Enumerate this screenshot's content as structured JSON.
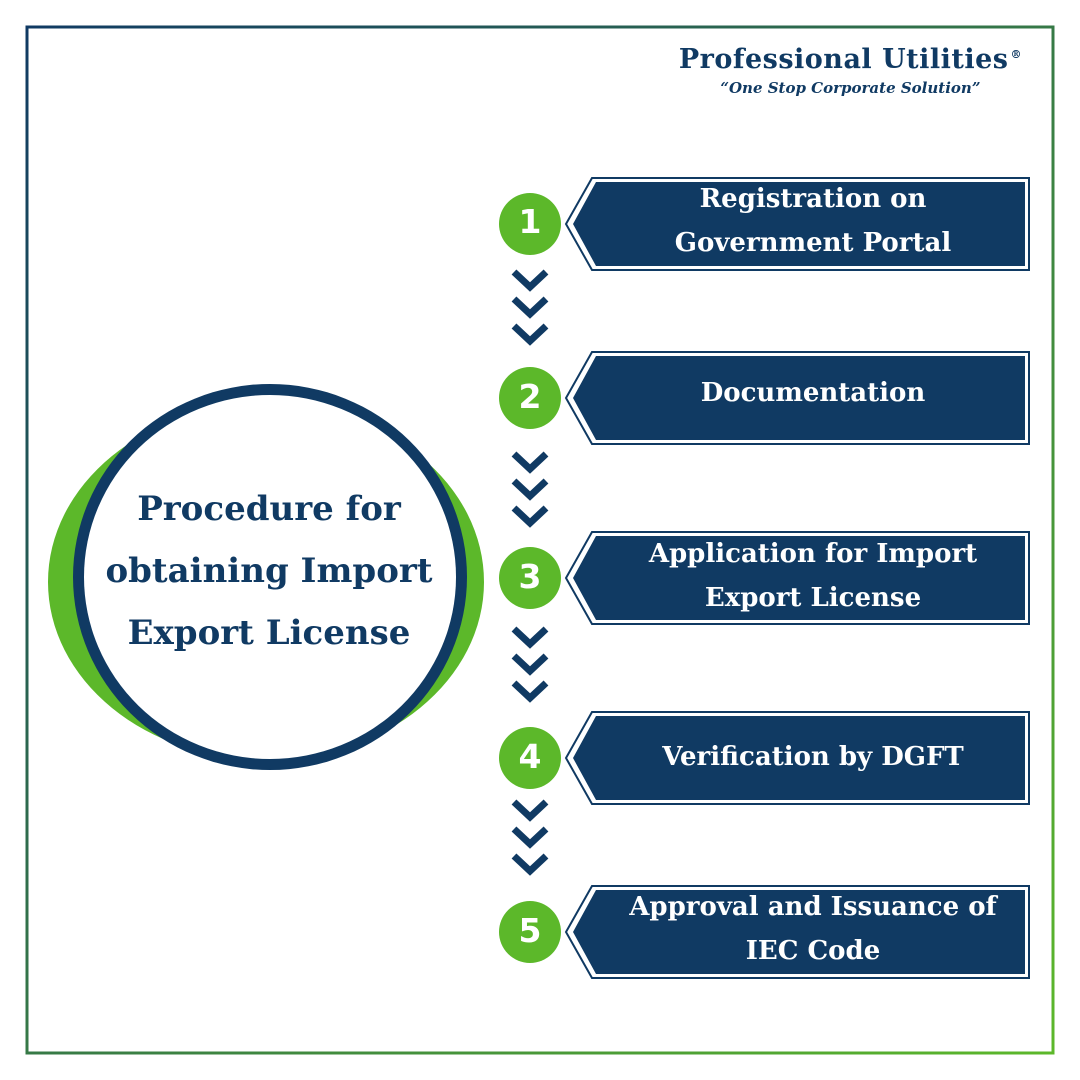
{
  "brand": {
    "name": "Professional Utilities",
    "registered": "®",
    "tagline": "“One Stop Corporate Solution”"
  },
  "title": {
    "lines": [
      "Procedure for",
      "obtaining Import",
      "Export License"
    ]
  },
  "steps": [
    {
      "number": "1",
      "lines": [
        "Registration on",
        "Government Portal"
      ]
    },
    {
      "number": "2",
      "lines": [
        "Documentation"
      ]
    },
    {
      "number": "3",
      "lines": [
        "Application for Import",
        "Export License"
      ]
    },
    {
      "number": "4",
      "lines": [
        "Verification by DGFT"
      ]
    },
    {
      "number": "5",
      "lines": [
        "Approval and Issuance of",
        "IEC Code"
      ]
    }
  ],
  "colors": {
    "navy": "#103a63",
    "green": "#5cb82a",
    "white": "#ffffff"
  },
  "icons": {
    "connector": "triple-chevron-down-icon"
  }
}
